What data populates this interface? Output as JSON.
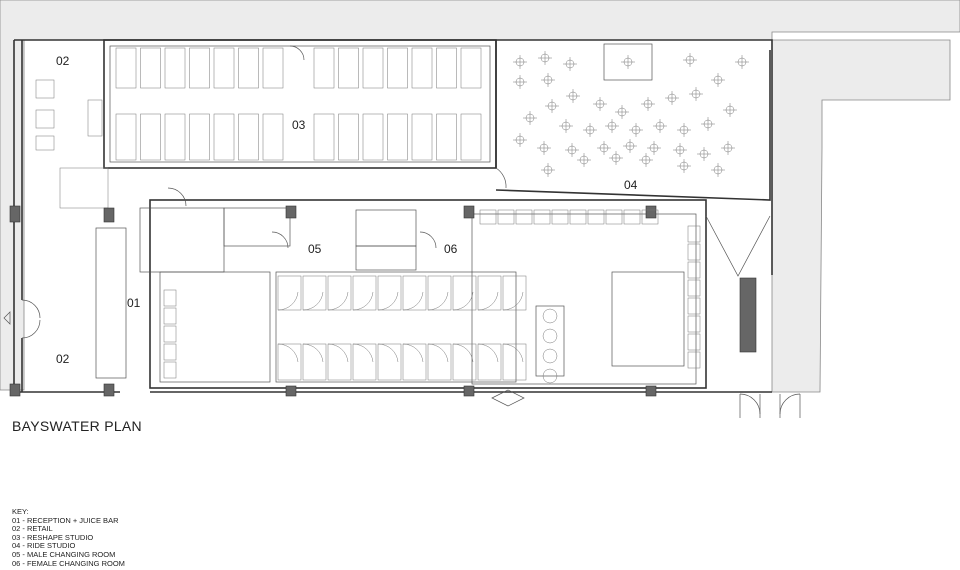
{
  "plan": {
    "title": "BAYSWATER PLAN",
    "rooms": [
      {
        "code": "02",
        "name": "RETAIL"
      },
      {
        "code": "03",
        "name": "RESHAPE STUDIO"
      },
      {
        "code": "04",
        "name": "RIDE STUDIO"
      },
      {
        "code": "01",
        "name": "RECEPTION + JUICE BAR"
      },
      {
        "code": "05",
        "name": "MALE CHANGING ROOM"
      },
      {
        "code": "06",
        "name": "FEMALE CHANGING ROOM"
      },
      {
        "code": "02",
        "name": "RETAIL"
      }
    ]
  },
  "key": {
    "heading": "KEY:",
    "items": [
      "01 - RECEPTION + JUICE BAR",
      "02 - RETAIL",
      "03 - RESHAPE STUDIO",
      "04 - RIDE STUDIO",
      "05 - MALE CHANGING ROOM",
      "06 - FEMALE CHANGING ROOM"
    ]
  }
}
